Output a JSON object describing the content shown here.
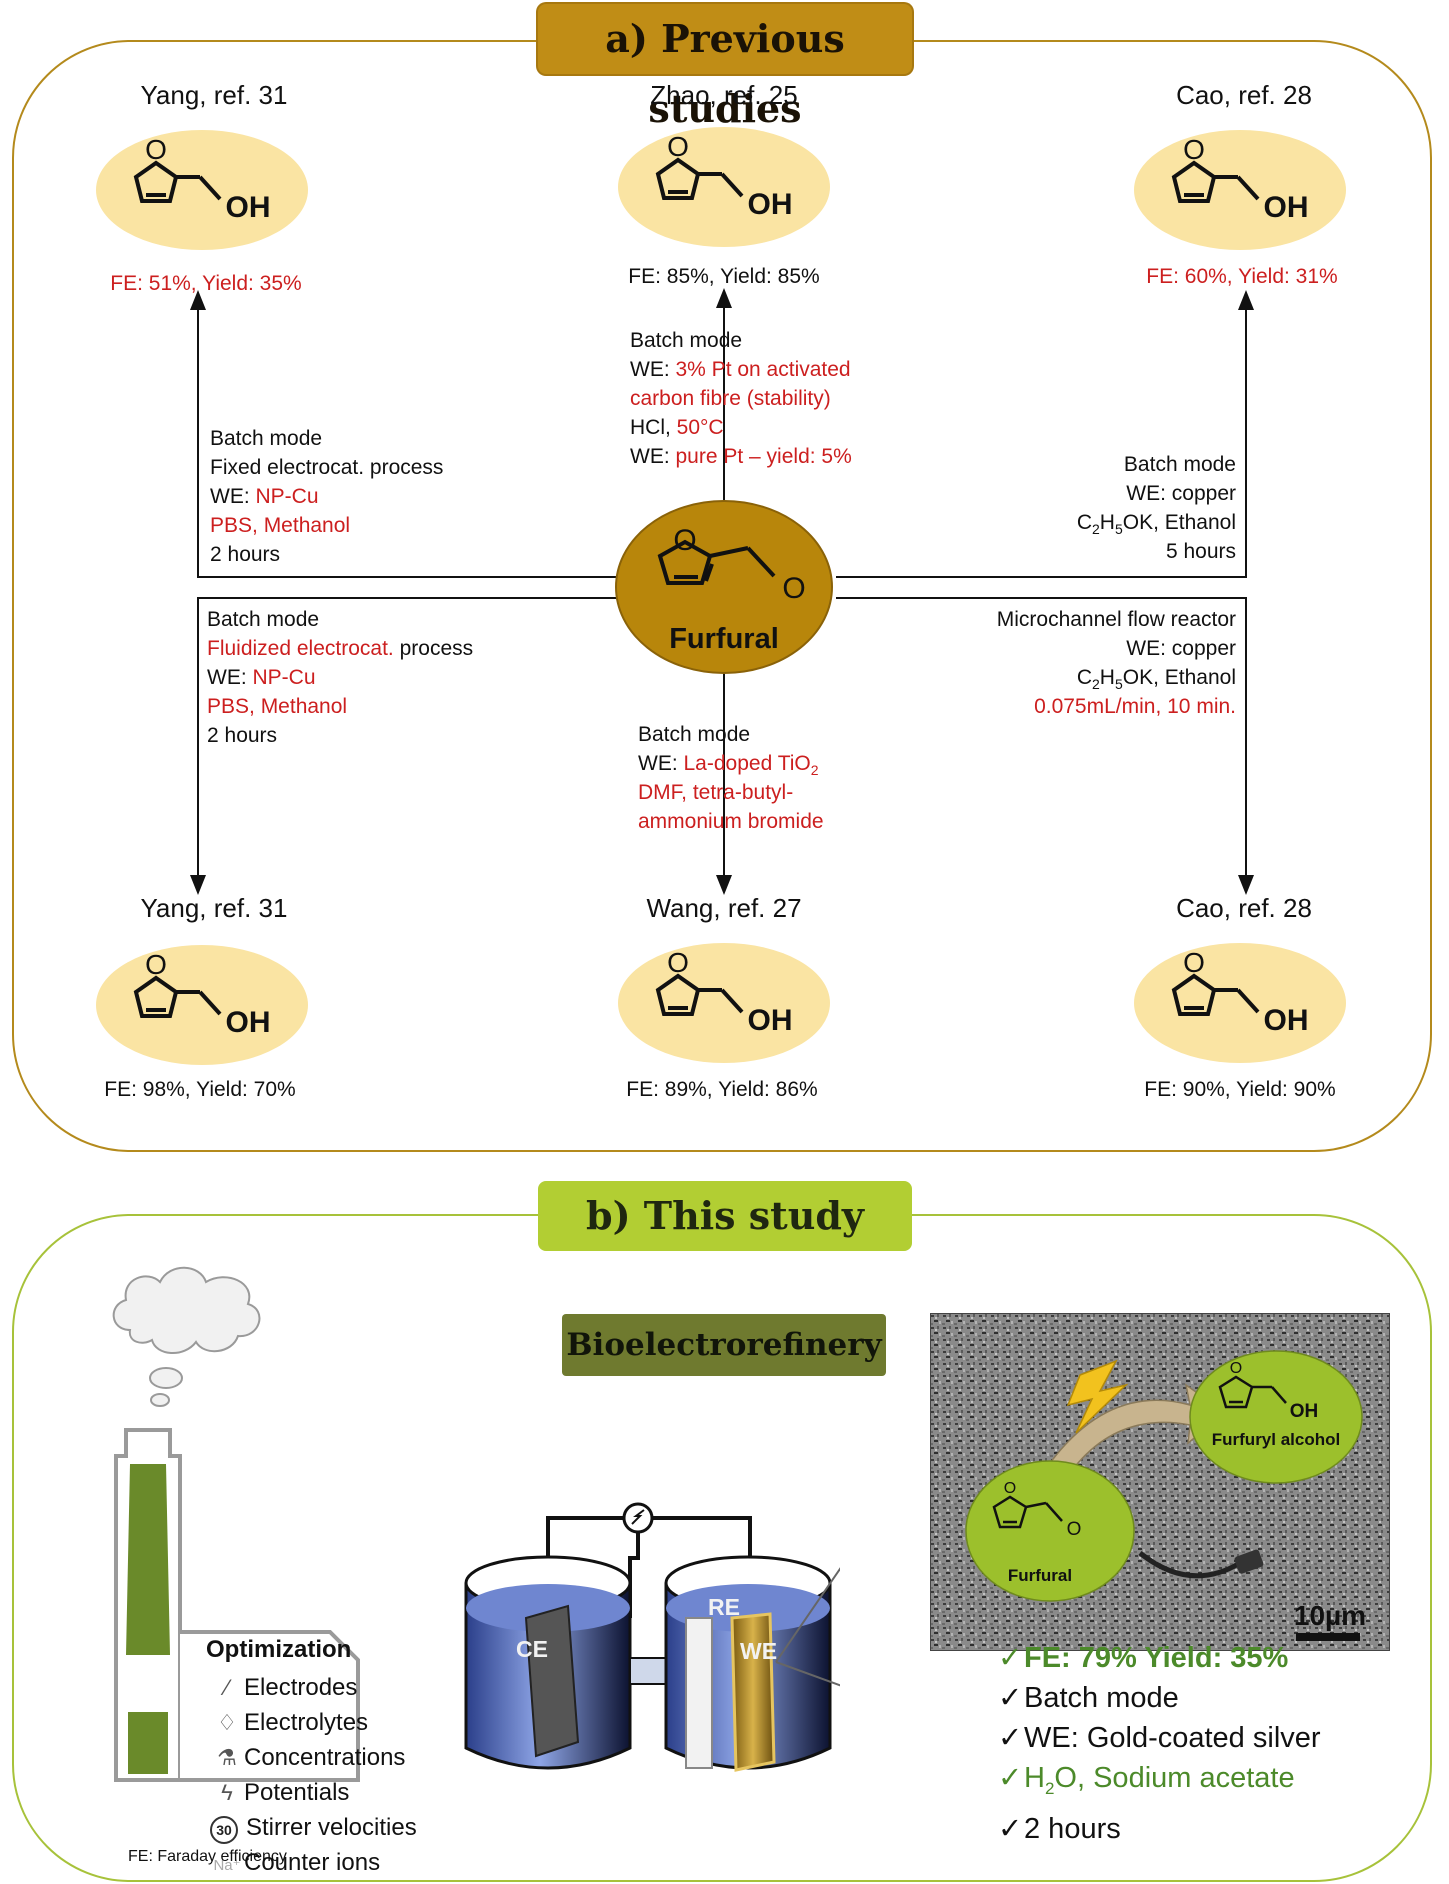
{
  "section_a": {
    "title": "a) Previous studies",
    "center": {
      "label": "Furfural"
    },
    "top_refs": [
      {
        "ref": "Yang, ref. 31",
        "result": "FE: 51%, Yield: 35%",
        "result_color": "#cc1f1f"
      },
      {
        "ref": "Zhao, ref. 25",
        "result": "FE: 85%, Yield: 85%",
        "result_color": "#111111"
      },
      {
        "ref": "Cao, ref. 28",
        "result": "FE: 60%, Yield: 31%",
        "result_color": "#cc1f1f"
      }
    ],
    "bottom_refs": [
      {
        "ref": "Yang, ref. 31",
        "result": "FE: 98%, Yield: 70%"
      },
      {
        "ref": "Wang, ref. 27",
        "result": "FE: 89%, Yield: 86%"
      },
      {
        "ref": "Cao, ref. 28",
        "result": "FE: 90%, Yield: 90%"
      }
    ],
    "conditions": {
      "top_left": {
        "l1": "Batch mode",
        "l2": "Fixed electrocat. process",
        "l3a": "WE: ",
        "l3b": "NP-Cu",
        "l4": "PBS, Methanol",
        "l5": "2 hours"
      },
      "top_center": {
        "l1": "Batch mode",
        "l2a": "WE: ",
        "l2b": "3% Pt on activated",
        "l3": "carbon fibre (stability)",
        "l4a": "HCl, ",
        "l4b": "50°C",
        "l5a": "WE: ",
        "l5b": "pure Pt – yield: 5%"
      },
      "top_right": {
        "l1": "Batch mode",
        "l2": "WE: copper",
        "l3a": "C",
        "l3b": "2",
        "l3c": "H",
        "l3d": "5",
        "l3e": "OK, Ethanol",
        "l4": "5 hours"
      },
      "bottom_left": {
        "l1": "Batch mode",
        "l2a": "Fluidized electrocat.",
        "l2b": " process",
        "l3a": "WE: ",
        "l3b": "NP-Cu",
        "l4": "PBS, Methanol",
        "l5": "2 hours"
      },
      "bottom_center": {
        "l1": "Batch mode",
        "l2a": "WE: ",
        "l2b": "La-doped TiO",
        "l2c": "2",
        "l3": "DMF, tetra-butyl-",
        "l4": "ammonium bromide"
      },
      "bottom_right": {
        "l1": "Microchannel flow reactor",
        "l2": "WE: copper",
        "l3a": "C",
        "l3b": "2",
        "l3c": "H",
        "l3d": "5",
        "l3e": "OK, Ethanol",
        "l4": "0.075mL/min, 10 min."
      }
    },
    "mol_label": "OH",
    "ald_label": "O"
  },
  "section_b": {
    "title": "b) This study",
    "bioelectrorefinery": "Bioelectrorefinery",
    "optimization": {
      "title": "Optimization",
      "items": [
        {
          "label": "Electrodes",
          "icon": "electrode-icon",
          "glyph": "⁄"
        },
        {
          "label": "Electrolytes",
          "icon": "droplet-icon",
          "glyph": "♢"
        },
        {
          "label": "Concentrations",
          "icon": "flask-icon",
          "glyph": "⚗"
        },
        {
          "label": "Potentials",
          "icon": "lightning-icon",
          "glyph": "ϟ"
        },
        {
          "label": "Stirrer velocities",
          "icon": "speed-30-icon",
          "glyph": "30"
        },
        {
          "label": "Counter ions",
          "icon": "sodium-ion-icon",
          "glyph": "Na⁺"
        }
      ]
    },
    "cell_labels": {
      "ce": "CE",
      "re": "RE",
      "we": "WE"
    },
    "sem": {
      "furfural": "Furfural",
      "furfuryl": "Furfuryl alcohol",
      "scale": "10µm",
      "oh": "OH",
      "o": "O"
    },
    "results": [
      {
        "text_a": "FE: 79% Yield: 35%",
        "color": "#4c8a2a",
        "bold": true
      },
      {
        "text_a": "Batch mode",
        "color": "#111111",
        "bold": false
      },
      {
        "text_a": "WE: Gold-coated silver",
        "color": "#111111",
        "bold": false
      },
      {
        "text_a": "H",
        "text_b": "2",
        "text_c": "O, Sodium acetate",
        "color": "#4c8a2a",
        "bold": false
      },
      {
        "text_a": "2 hours",
        "color": "#111111",
        "bold": false
      }
    ],
    "check_glyph": "✓",
    "footnote": "FE: Faraday efficiency"
  },
  "colors": {
    "gold": "#c08d16",
    "lime": "#b2ce33",
    "olive": "#6f7a2f",
    "red": "#cc1f1f",
    "green": "#4c8a2a",
    "pale_yellow": "#fae4a3"
  }
}
